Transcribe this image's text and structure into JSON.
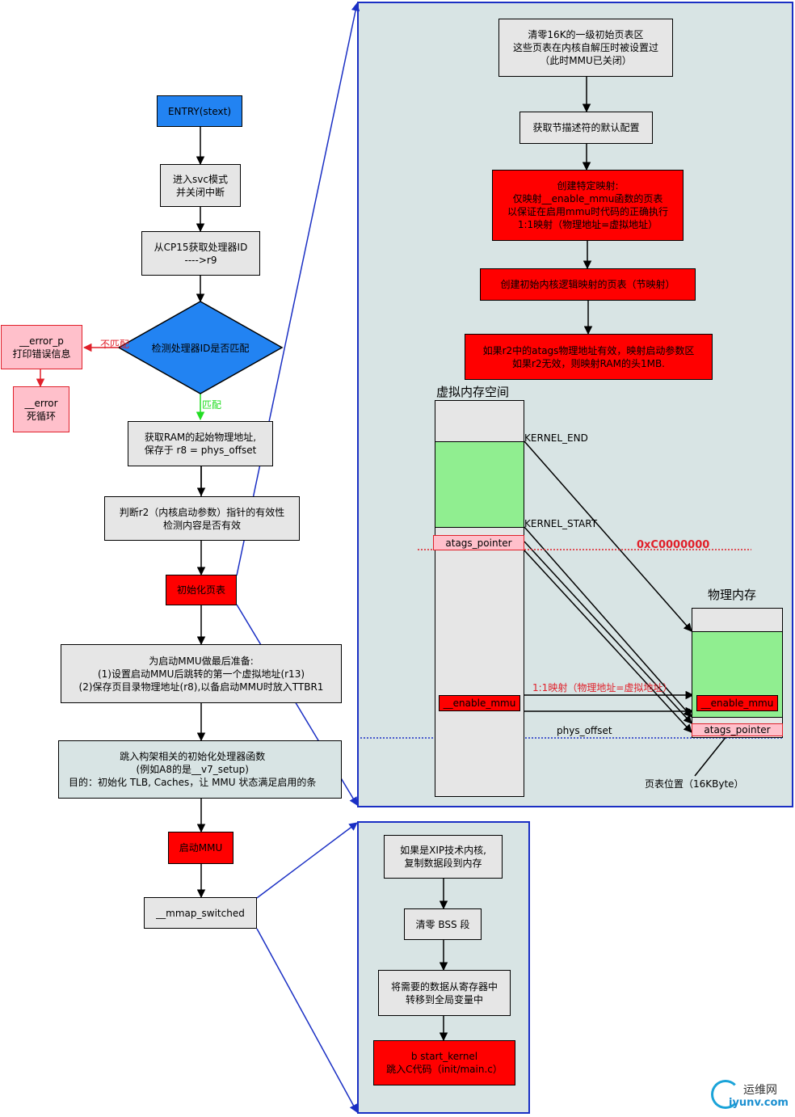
{
  "flow": {
    "entry": "ENTRY(stext)",
    "svc": "进入svc模式\n并关闭中断",
    "cp15": "从CP15获取处理器ID\n---->r9",
    "check_id": "检测处理器ID是否匹配",
    "no_match": "不匹配",
    "match": "匹配",
    "error_p": "__error_p\n打印错误信息",
    "error": "__error\n死循环",
    "get_ram": "获取RAM的起始物理地址,\n保存于 r8 = phys_offset",
    "check_r2": "判断r2（内核启动参数）指针的有效性\n检测内容是否有效",
    "init_pt": "初始化页表",
    "prep_mmu": "为启动MMU做最后准备:\n(1)设置启动MMU后跳转的第一个虚拟地址(r13)\n(2)保存页目录物理地址(r8),以备启动MMU时放入TTBR1",
    "cpu_init": "跳入构架相关的初始化处理器函数\n(例如A8的是__v7_setup)\n目的：初始化 TLB, Caches，让 MMU 状态满足启用的条",
    "enable_mmu": "启动MMU",
    "mmap_switched": "__mmap_switched"
  },
  "pagetable_panel": {
    "clear": "清零16K的一级初始页表区\n这些页表在内核自解压时被设置过\n（此时MMU已关闭）",
    "section_cfg": "获取节描述符的默认配置",
    "specific_map": "创建特定映射:\n仅映射__enable_mmu函数的页表\n以保证在启用mmu时代码的正确执行\n1:1映射（物理地址=虚拟地址）",
    "linear_map": "创建初始内核逻辑映射的页表（节映射）",
    "atags_map": "如果r2中的atags物理地址有效，映射启动参数区\n如果r2无效，则映射RAM的头1MB.",
    "virt_space": "虚拟内存空间",
    "phys_mem": "物理内存",
    "kernel_end": "KERNEL_END",
    "kernel_start": "KERNEL_START",
    "atags_pointer": "atags_pointer",
    "enable_mmu_v": "__enable_mmu",
    "enable_mmu_p": "__enable_mmu",
    "atags_pointer_p": "atags_pointer",
    "page_offset": "0xC0000000",
    "identity_map": "1:1映射（物理地址=虚拟地址）",
    "phys_offset": "phys_offset",
    "pt_location": "页表位置（16KByte）"
  },
  "switched_panel": {
    "xip": "如果是XIP技术内核,\n复制数据段到内存",
    "bss": "清零 BSS 段",
    "save_regs": "将需要的数据从寄存器中\n转移到全局变量中",
    "start_kernel": "b     start_kernel\n跳入C代码（init/main.c）"
  },
  "watermark": {
    "cn": "运维网",
    "url": "iyunv.com"
  }
}
